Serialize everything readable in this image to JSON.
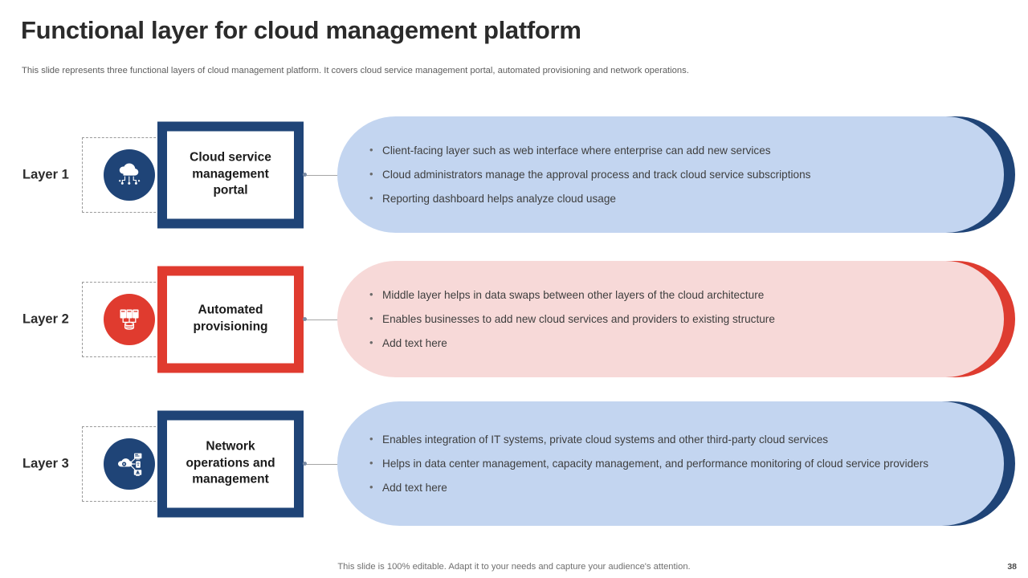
{
  "header": {
    "title": "Functional layer for cloud management platform",
    "subtitle": "This slide represents three functional layers of cloud management platform. It covers cloud service management portal, automated provisioning and network operations."
  },
  "colors": {
    "navy": "#1F4477",
    "navy_dark": "#17406F",
    "red": "#E03B2F",
    "pill_blue": "#C3D5F0",
    "pill_pink": "#F7D9D8",
    "arc_blue": "#1F4477",
    "arc_red": "#DE3C30",
    "text_dark": "#2b2b2b",
    "text_body": "#3e3e3e"
  },
  "rows": [
    {
      "layer_label": "Layer 1",
      "icon_name": "cloud-network-icon",
      "icon_bg": "#1F4477",
      "box_border_color": "#1F4477",
      "name": "Cloud service management portal",
      "pill_fill": "#C3D5F0",
      "pill_arc": "#1F4477",
      "bullet_char": "•",
      "bullets": [
        "Client-facing layer such as web interface where enterprise can add new services",
        "Cloud administrators manage the approval process and track cloud service subscriptions",
        "Reporting dashboard helps analyze cloud usage"
      ]
    },
    {
      "layer_label": "Layer 2",
      "icon_name": "servers-database-icon",
      "icon_bg": "#E03B2F",
      "box_border_color": "#E03B2F",
      "name": "Automated provisioning",
      "pill_fill": "#F7D9D8",
      "pill_arc": "#DE3C30",
      "bullet_char": "•",
      "bullets": [
        "Middle layer helps in data swaps between other layers of the cloud architecture",
        "Enables businesses to add new cloud services and providers to existing structure",
        "Add text here"
      ]
    },
    {
      "layer_label": "Layer 3",
      "icon_name": "cloud-devices-network-icon",
      "icon_bg": "#1F4477",
      "box_border_color": "#1F4477",
      "name": "Network operations and management",
      "pill_fill": "#C3D5F0",
      "pill_arc": "#1F4477",
      "bullet_char": "•",
      "bullets": [
        "Enables integration of IT systems, private cloud systems and other third-party cloud services",
        "Helps in data center management, capacity management, and performance monitoring of cloud service providers",
        "Add text here"
      ]
    }
  ],
  "footer": {
    "note": "This slide is 100% editable. Adapt it to your needs and capture your audience's attention.",
    "page_number": "38"
  }
}
